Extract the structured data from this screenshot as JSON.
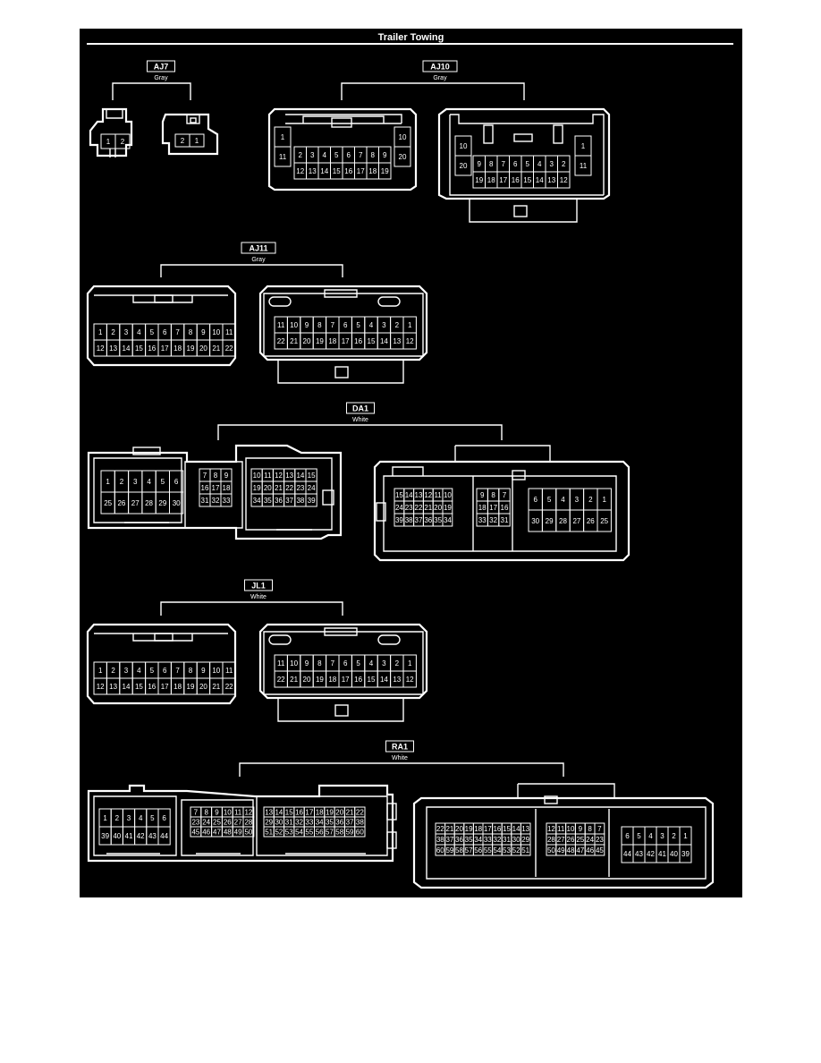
{
  "title": "Trailer Towing",
  "groups": [
    {
      "id": "aj7",
      "name": "AJ7",
      "color": "Gray",
      "connectors": [
        {
          "side": "male",
          "rows": [
            [
              "1",
              "2"
            ]
          ]
        },
        {
          "side": "female",
          "rows": [
            [
              "2",
              "1"
            ]
          ]
        }
      ]
    },
    {
      "id": "aj10",
      "name": "AJ10",
      "color": "Gray",
      "connectors": [
        {
          "side": "male",
          "rows": [
            [
              "1",
              "2",
              "3",
              "4",
              "5",
              "6",
              "7",
              "8",
              "9",
              "10"
            ],
            [
              "11",
              "12",
              "13",
              "14",
              "15",
              "16",
              "17",
              "18",
              "19",
              "20"
            ]
          ]
        },
        {
          "side": "female",
          "rows": [
            [
              "10",
              "9",
              "8",
              "7",
              "6",
              "5",
              "4",
              "3",
              "2",
              "1"
            ],
            [
              "20",
              "19",
              "18",
              "17",
              "16",
              "15",
              "14",
              "13",
              "12",
              "11"
            ]
          ]
        }
      ]
    },
    {
      "id": "aj11",
      "name": "AJ11",
      "color": "Gray",
      "connectors": [
        {
          "side": "male",
          "rows": [
            [
              "1",
              "2",
              "3",
              "4",
              "5",
              "6",
              "7",
              "8",
              "9",
              "10",
              "11"
            ],
            [
              "12",
              "13",
              "14",
              "15",
              "16",
              "17",
              "18",
              "19",
              "20",
              "21",
              "22"
            ]
          ]
        },
        {
          "side": "female",
          "rows": [
            [
              "11",
              "10",
              "9",
              "8",
              "7",
              "6",
              "5",
              "4",
              "3",
              "2",
              "1"
            ],
            [
              "22",
              "21",
              "20",
              "19",
              "18",
              "17",
              "16",
              "15",
              "14",
              "13",
              "12"
            ]
          ]
        }
      ]
    },
    {
      "id": "da1",
      "name": "DA1",
      "color": "White",
      "connectors": [
        {
          "side": "male",
          "blocks": [
            {
              "rows": [
                [
                  "1",
                  "2",
                  "3",
                  "4",
                  "5",
                  "6"
                ],
                [
                  "25",
                  "26",
                  "27",
                  "28",
                  "29",
                  "30"
                ]
              ]
            },
            {
              "rows": [
                [
                  "7",
                  "8",
                  "9"
                ],
                [
                  "16",
                  "17",
                  "18"
                ],
                [
                  "31",
                  "32",
                  "33"
                ]
              ]
            },
            {
              "rows": [
                [
                  "10",
                  "11",
                  "12",
                  "13",
                  "14",
                  "15"
                ],
                [
                  "19",
                  "20",
                  "21",
                  "22",
                  "23",
                  "24"
                ],
                [
                  "34",
                  "35",
                  "36",
                  "37",
                  "38",
                  "39"
                ]
              ]
            }
          ]
        },
        {
          "side": "female",
          "blocks": [
            {
              "rows": [
                [
                  "15",
                  "14",
                  "13",
                  "12",
                  "11",
                  "10"
                ],
                [
                  "24",
                  "23",
                  "22",
                  "21",
                  "20",
                  "19"
                ],
                [
                  "39",
                  "38",
                  "37",
                  "36",
                  "35",
                  "34"
                ]
              ]
            },
            {
              "rows": [
                [
                  "9",
                  "8",
                  "7"
                ],
                [
                  "18",
                  "17",
                  "16"
                ],
                [
                  "33",
                  "32",
                  "31"
                ]
              ]
            },
            {
              "rows": [
                [
                  "6",
                  "5",
                  "4",
                  "3",
                  "2",
                  "1"
                ],
                [
                  "30",
                  "29",
                  "28",
                  "27",
                  "26",
                  "25"
                ]
              ]
            }
          ]
        }
      ]
    },
    {
      "id": "jl1",
      "name": "JL1",
      "color": "White",
      "connectors": [
        {
          "side": "male",
          "rows": [
            [
              "1",
              "2",
              "3",
              "4",
              "5",
              "6",
              "7",
              "8",
              "9",
              "10",
              "11"
            ],
            [
              "12",
              "13",
              "14",
              "15",
              "16",
              "17",
              "18",
              "19",
              "20",
              "21",
              "22"
            ]
          ]
        },
        {
          "side": "female",
          "rows": [
            [
              "11",
              "10",
              "9",
              "8",
              "7",
              "6",
              "5",
              "4",
              "3",
              "2",
              "1"
            ],
            [
              "22",
              "21",
              "20",
              "19",
              "18",
              "17",
              "16",
              "15",
              "14",
              "13",
              "12"
            ]
          ]
        }
      ]
    },
    {
      "id": "ra1",
      "name": "RA1",
      "color": "White",
      "connectors": [
        {
          "side": "male",
          "blocks": [
            {
              "rows": [
                [
                  "1",
                  "2",
                  "3",
                  "4",
                  "5",
                  "6"
                ],
                [
                  "39",
                  "40",
                  "41",
                  "42",
                  "43",
                  "44"
                ]
              ]
            },
            {
              "rows": [
                [
                  "7",
                  "8",
                  "9",
                  "10",
                  "11",
                  "12"
                ],
                [
                  "23",
                  "24",
                  "25",
                  "26",
                  "27",
                  "28"
                ],
                [
                  "45",
                  "46",
                  "47",
                  "48",
                  "49",
                  "50"
                ]
              ]
            },
            {
              "rows": [
                [
                  "13",
                  "14",
                  "15",
                  "16",
                  "17",
                  "18",
                  "19",
                  "20",
                  "21",
                  "22"
                ],
                [
                  "29",
                  "30",
                  "31",
                  "32",
                  "33",
                  "34",
                  "35",
                  "36",
                  "37",
                  "38"
                ],
                [
                  "51",
                  "52",
                  "53",
                  "54",
                  "55",
                  "56",
                  "57",
                  "58",
                  "59",
                  "60"
                ]
              ]
            }
          ]
        },
        {
          "side": "female",
          "blocks": [
            {
              "rows": [
                [
                  "22",
                  "21",
                  "20",
                  "19",
                  "18",
                  "17",
                  "16",
                  "15",
                  "14",
                  "13"
                ],
                [
                  "38",
                  "37",
                  "36",
                  "35",
                  "34",
                  "33",
                  "32",
                  "31",
                  "30",
                  "29"
                ],
                [
                  "60",
                  "59",
                  "58",
                  "57",
                  "56",
                  "55",
                  "54",
                  "53",
                  "52",
                  "51"
                ]
              ]
            },
            {
              "rows": [
                [
                  "12",
                  "11",
                  "10",
                  "9",
                  "8",
                  "7"
                ],
                [
                  "28",
                  "27",
                  "26",
                  "25",
                  "24",
                  "23"
                ],
                [
                  "50",
                  "49",
                  "48",
                  "47",
                  "46",
                  "45"
                ]
              ]
            },
            {
              "rows": [
                [
                  "6",
                  "5",
                  "4",
                  "3",
                  "2",
                  "1"
                ],
                [
                  "44",
                  "43",
                  "42",
                  "41",
                  "40",
                  "39"
                ]
              ]
            }
          ]
        }
      ]
    }
  ]
}
